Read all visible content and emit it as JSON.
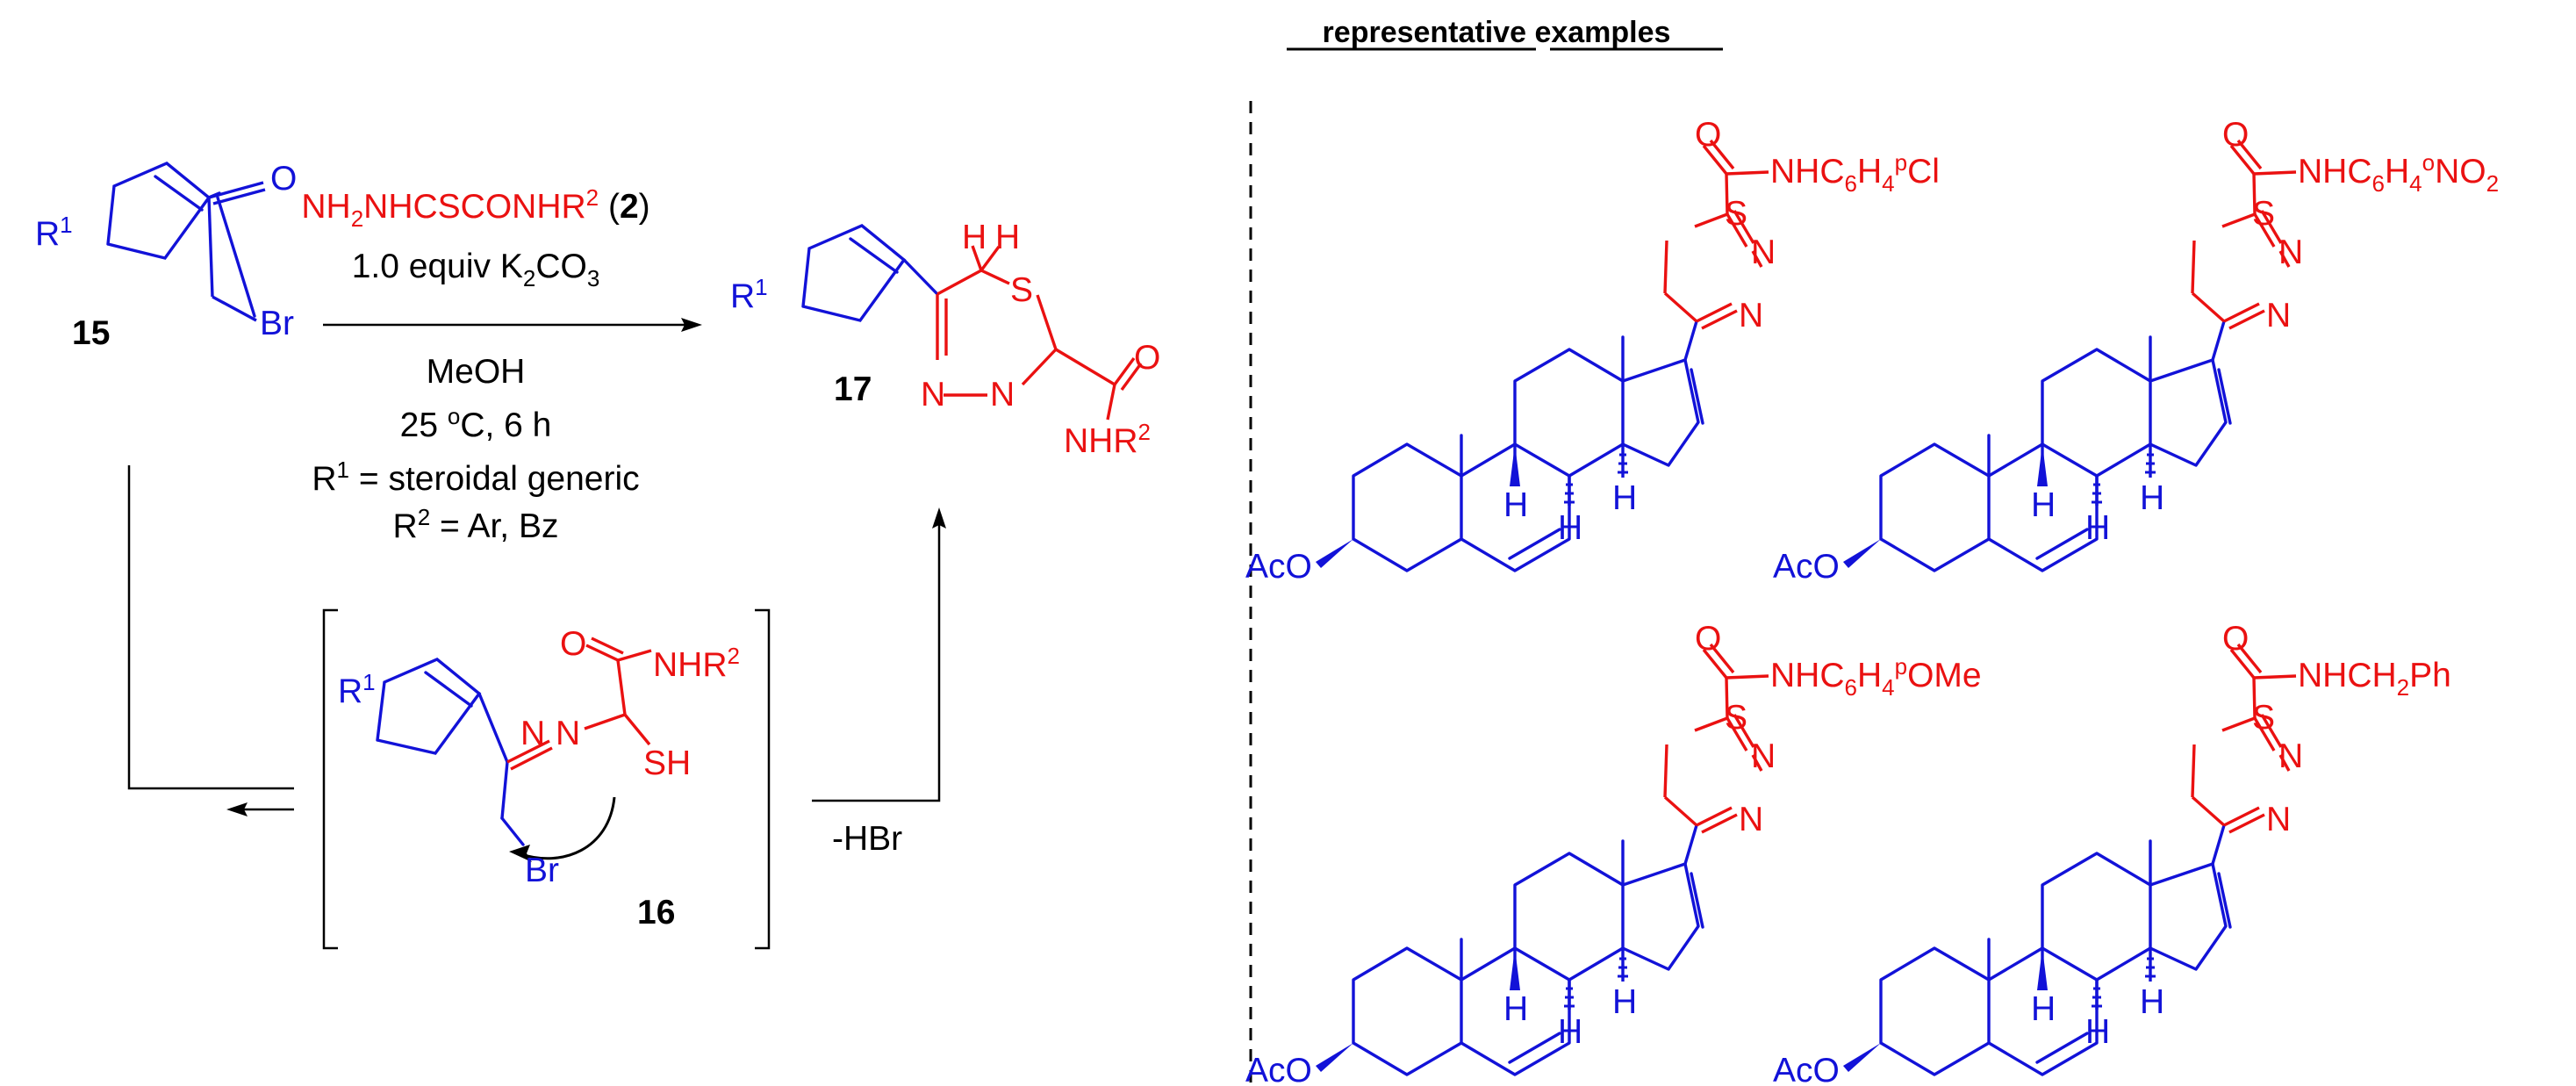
{
  "colors": {
    "scaffold": "#1212d8",
    "reagent": "#ea1111",
    "text": "#000000"
  },
  "header": {
    "title": "representative examples",
    "title_parts": [
      "representative",
      "examples"
    ]
  },
  "scheme": {
    "start_compound": {
      "label": "15",
      "r1": "R",
      "r1_sup": "1",
      "ketone_o": "O",
      "bromine": "Br"
    },
    "reagent": {
      "name": "NH",
      "sub2": "2",
      "name_rest": "NHCSCONHR",
      "sup2": "2",
      "paren_open": " (",
      "ref": "2",
      "paren_close": ")"
    },
    "base": {
      "pre": "1.0 equiv K",
      "sub1": "2",
      "mid": "CO",
      "sub2": "3"
    },
    "solvent": "MeOH",
    "temperature": {
      "pre": "25 ",
      "sup": "o",
      "post": "C, 6 h"
    },
    "r1_def": {
      "r": "R",
      "sup": "1",
      "text": " = steroidal generic"
    },
    "r2_def": {
      "r": "R",
      "sup": "2",
      "text": " = Ar, Bz"
    },
    "intermediate": {
      "label": "16",
      "r1": "R",
      "r1_sup": "1",
      "o": "O",
      "nhr": "NHR",
      "nhr_sup": "2",
      "n1": "N",
      "n2": "N",
      "sh": "SH",
      "br": "Br"
    },
    "elimination": "-HBr",
    "product": {
      "label": "17",
      "r1": "R",
      "r1_sup": "1",
      "h1": "H",
      "h2": "H",
      "s": "S",
      "n1": "N",
      "n2": "N",
      "o": "O",
      "nhr": "NHR",
      "nhr_sup": "2"
    }
  },
  "examples": [
    {
      "id": "ex-pcl",
      "amide": {
        "pre": "NHC",
        "sub1": "6",
        "mid": "H",
        "sub2": "4",
        "sup": "p",
        "post": "Cl"
      }
    },
    {
      "id": "ex-ono2",
      "amide": {
        "pre": "NHC",
        "sub1": "6",
        "mid": "H",
        "sub2": "4",
        "sup": "o",
        "post": "NO",
        "sub3": "2"
      }
    },
    {
      "id": "ex-pome",
      "amide": {
        "pre": "NHC",
        "sub1": "6",
        "mid": "H",
        "sub2": "4",
        "sup": "p",
        "post": "OMe"
      }
    },
    {
      "id": "ex-bn",
      "amide": {
        "pre": "NHCH",
        "sub1": "2",
        "mid": "Ph"
      }
    }
  ],
  "example_atoms": {
    "o": "O",
    "s": "S",
    "n": "N",
    "h": "H",
    "aco": "AcO"
  }
}
